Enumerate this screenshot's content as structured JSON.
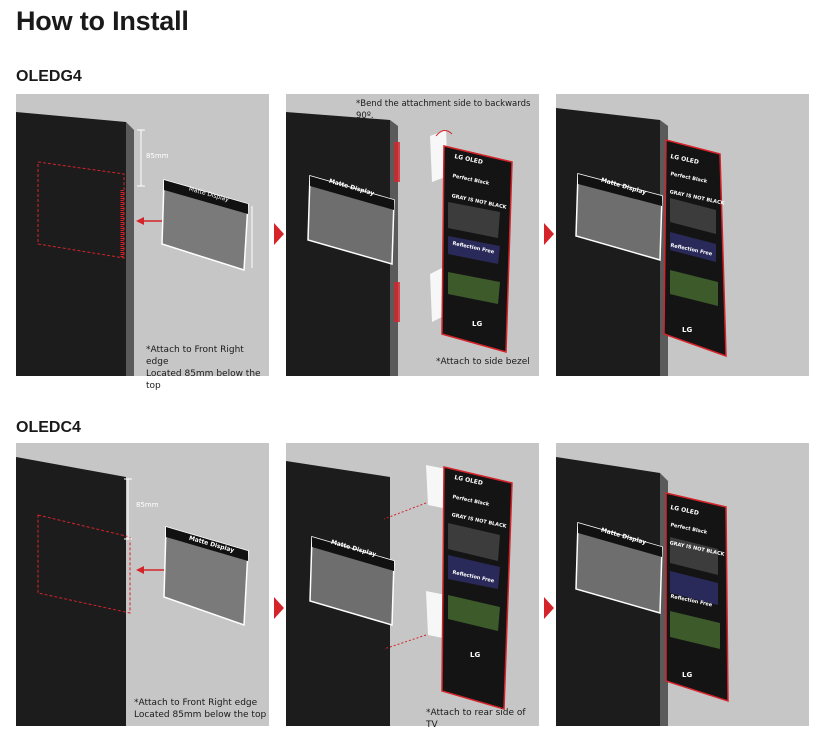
{
  "page_title": "How to Install",
  "sections": [
    {
      "model": "OLEDG4",
      "steps": [
        {
          "caption": "*Attach to Front Right edge\nLocated 85mm below the top",
          "measure": "85mm",
          "card_label": "Matte Display"
        },
        {
          "caption": "*Attach to side bezel",
          "note": "*Bend the attachment side to backwards 90º.",
          "card_label": "Matte Display",
          "brand": "LG OLED",
          "headline": "GRAY IS NOT BLACK",
          "subhead1": "Perfect Black",
          "subhead2": "Reflection Free",
          "logo": "LG"
        },
        {
          "card_label": "Matte Display",
          "brand": "LG OLED",
          "headline": "GRAY IS NOT BLACK",
          "subhead1": "Perfect Black",
          "subhead2": "Reflection Free",
          "logo": "LG"
        }
      ]
    },
    {
      "model": "OLEDC4",
      "steps": [
        {
          "caption": "*Attach to Front Right edge\nLocated 85mm below the top",
          "measure": "85mm",
          "card_label": "Matte Display"
        },
        {
          "caption": "*Attach to rear side of TV",
          "card_label": "Matte Display",
          "brand": "LG OLED",
          "headline": "GRAY IS NOT BLACK",
          "subhead1": "Perfect Black",
          "subhead2": "Reflection Free",
          "logo": "LG"
        },
        {
          "card_label": "Matte Display",
          "brand": "LG OLED",
          "headline": "GRAY IS NOT BLACK",
          "subhead1": "Perfect Black",
          "subhead2": "Reflection Free",
          "logo": "LG"
        }
      ]
    }
  ],
  "colors": {
    "accent": "#d4242a",
    "panel_bg": "#c6c6c6",
    "tv_body": "#1c1c1c",
    "card_gray": "#6e6e6e"
  }
}
